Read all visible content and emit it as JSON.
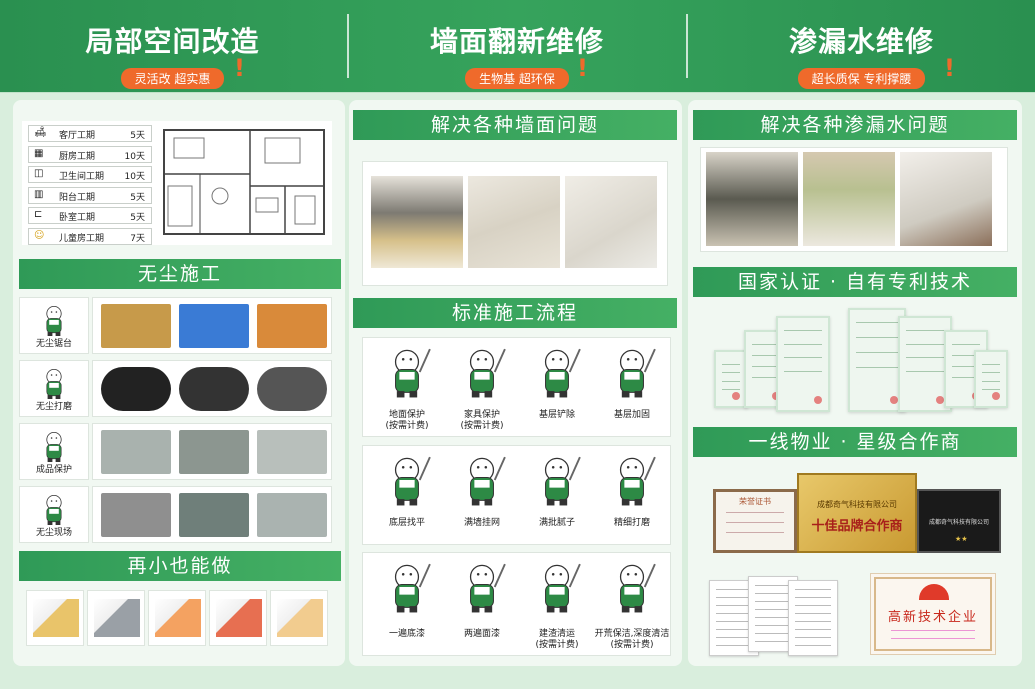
{
  "header": {
    "columns": [
      {
        "title": "局部空间改造",
        "tag": "灵活改 超实惠"
      },
      {
        "title": "墙面翻新维修",
        "tag": "生物基 超环保"
      },
      {
        "title": "渗漏水维修",
        "tag": "超长质保 专利撑腰"
      }
    ],
    "bang": "!"
  },
  "left": {
    "schedule": [
      {
        "icon": "sofa-icon",
        "name": "客厅工期",
        "days": "5天"
      },
      {
        "icon": "stove-icon",
        "name": "厨房工期",
        "days": "10天"
      },
      {
        "icon": "toilet-icon",
        "name": "卫生间工期",
        "days": "10天"
      },
      {
        "icon": "balcony-icon",
        "name": "阳台工期",
        "days": "5天"
      },
      {
        "icon": "bed-icon",
        "name": "卧室工期",
        "days": "5天"
      },
      {
        "icon": "child-face-icon",
        "name": "儿童房工期",
        "days": "7天"
      }
    ],
    "dustless_title": "无尘施工",
    "dustless_rows": [
      {
        "label": "无尘锯台"
      },
      {
        "label": "无尘打磨"
      },
      {
        "label": "成品保护"
      },
      {
        "label": "无尘现场"
      }
    ],
    "small_title": "再小也能做"
  },
  "middle": {
    "wall_title": "解决各种墙面问题",
    "process_title": "标准施工流程",
    "steps": [
      [
        "地面保护\n(按需计费)",
        "家具保护\n(按需计费)",
        "基层铲除",
        "基层加固"
      ],
      [
        "底层找平",
        "满墙挂网",
        "满批腻子",
        "精细打磨"
      ],
      [
        "一遍底漆",
        "两遍面漆",
        "建渣清运\n(按需计费)",
        "开荒保洁,深度清洁\n(按需计费)"
      ]
    ]
  },
  "right": {
    "leak_title": "解决各种渗漏水问题",
    "patent_title": "国家认证 · 自有专利技术",
    "partner_title": "一线物业 · 星级合作商",
    "plaques": {
      "left_top": "荣誉证书",
      "center_top": "成都奇气科技有限公司",
      "center_main": "十佳品牌合作商",
      "right_text": "成都奇气科技有限公司",
      "hitech": "高新技术企业"
    }
  },
  "colors": {
    "green": "#2f9a57",
    "orange": "#ef6a2b",
    "mint": "#d9eedd"
  }
}
